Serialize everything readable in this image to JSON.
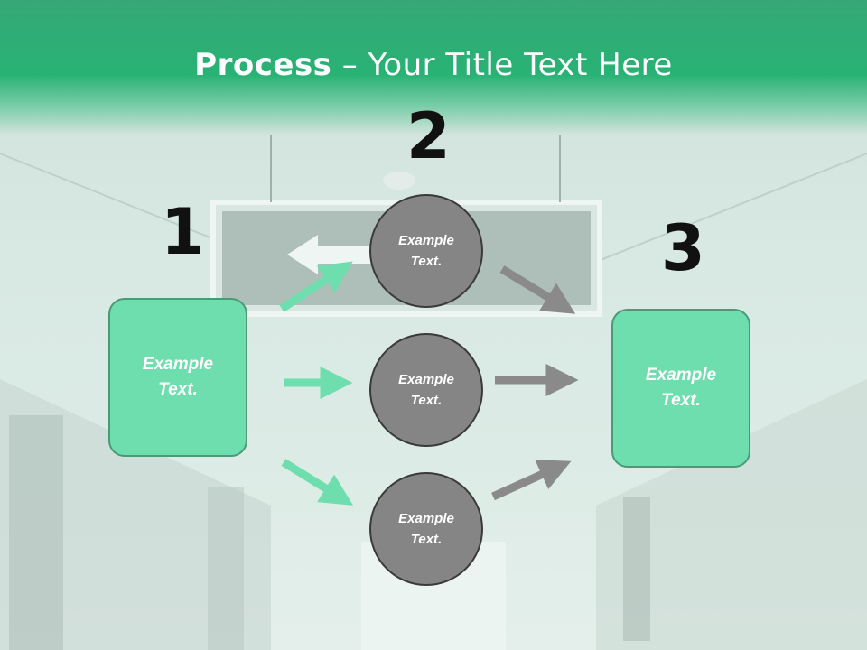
{
  "title": {
    "bold": "Process",
    "rest": " – Your Title Text Here"
  },
  "steps": [
    {
      "number": "1"
    },
    {
      "number": "2"
    },
    {
      "number": "3"
    }
  ],
  "boxes": {
    "left": "Example\nText.",
    "right": "Example\nText."
  },
  "circles": [
    "Example\nText.",
    "Example\nText.",
    "Example\nText."
  ],
  "colors": {
    "accent_green": "#6fdeae",
    "title_green": "#28b274",
    "circle_gray": "#858585",
    "arrow_gray": "#8a8a8a"
  }
}
